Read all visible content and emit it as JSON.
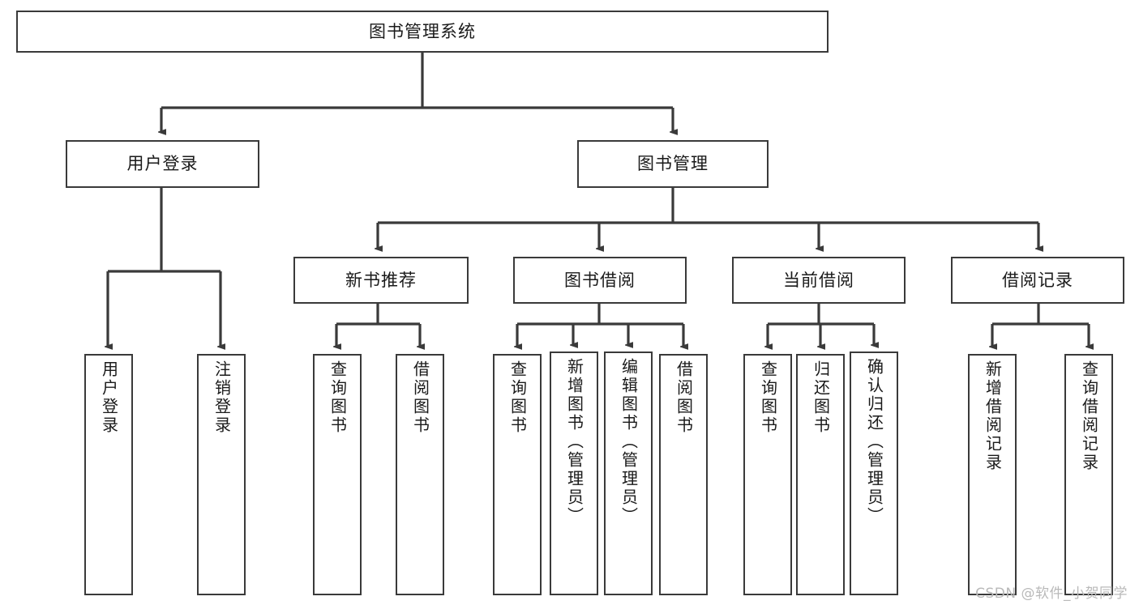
{
  "diagram": {
    "title": "图书管理系统",
    "watermark": "CSDN @软件_小贺同学",
    "line_color": "#3a3a3a",
    "box_border_color": "#3a3a3a",
    "box_fill": "#ffffff",
    "text_color": "#1a1a1a",
    "nodes": {
      "root": {
        "label": "图书管理系统"
      },
      "level2": [
        {
          "id": "user-login",
          "label": "用户登录"
        },
        {
          "id": "book-manage",
          "label": "图书管理"
        }
      ],
      "level3": [
        {
          "id": "new-book-recommend",
          "label": "新书推荐"
        },
        {
          "id": "book-borrow",
          "label": "图书借阅"
        },
        {
          "id": "current-borrow",
          "label": "当前借阅"
        },
        {
          "id": "borrow-record",
          "label": "借阅记录"
        }
      ],
      "leaves": {
        "user_login": [
          {
            "id": "leaf-user-login",
            "label": "用户登录"
          },
          {
            "id": "leaf-logout-login",
            "label": "注销登录"
          }
        ],
        "new_book_recommend": [
          {
            "id": "leaf-query-book-1",
            "label": "查询图书"
          },
          {
            "id": "leaf-borrow-book-1",
            "label": "借阅图书"
          }
        ],
        "book_borrow": [
          {
            "id": "leaf-query-book-2",
            "label": "查询图书"
          },
          {
            "id": "leaf-add-book-admin",
            "label": "新增图书（管理员）"
          },
          {
            "id": "leaf-edit-book-admin",
            "label": "编辑图书（管理员）"
          },
          {
            "id": "leaf-borrow-book-2",
            "label": "借阅图书"
          }
        ],
        "current_borrow": [
          {
            "id": "leaf-query-book-3",
            "label": "查询图书"
          },
          {
            "id": "leaf-return-book",
            "label": "归还图书"
          },
          {
            "id": "leaf-confirm-return-admin",
            "label": "确认归还（管理员）"
          }
        ],
        "borrow_record": [
          {
            "id": "leaf-add-borrow-record",
            "label": "新增借阅记录"
          },
          {
            "id": "leaf-query-borrow-record",
            "label": "查询借阅记录"
          }
        ]
      }
    }
  }
}
